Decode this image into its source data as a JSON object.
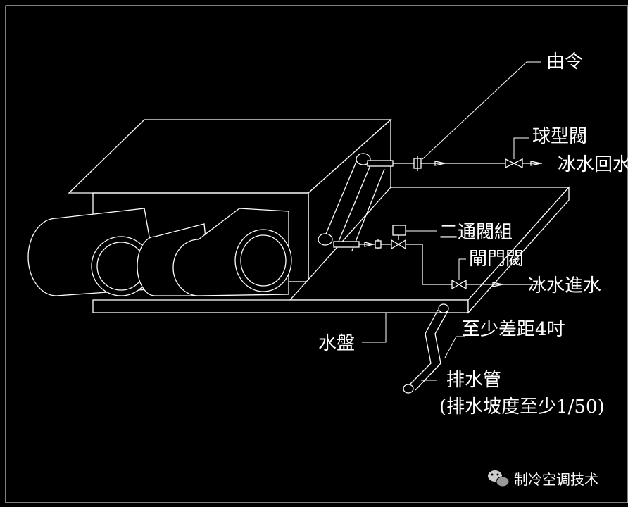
{
  "labels": {
    "union": "由令",
    "globe_valve": "球型閥",
    "chilled_return": "冰水回水",
    "two_way_valve": "二通閥組",
    "gate_valve": "閘門閥",
    "chilled_supply": "冰水進水",
    "drain_pan": "水盤",
    "min_diff": "至少差距4吋",
    "drain_pipe": "排水管",
    "drain_slope": "(排水坡度至少1/50)"
  },
  "watermark": {
    "text": "制冷空调技术",
    "icon": "wechat-icon"
  },
  "colors": {
    "background": "#000000",
    "line": "#ffffff"
  }
}
